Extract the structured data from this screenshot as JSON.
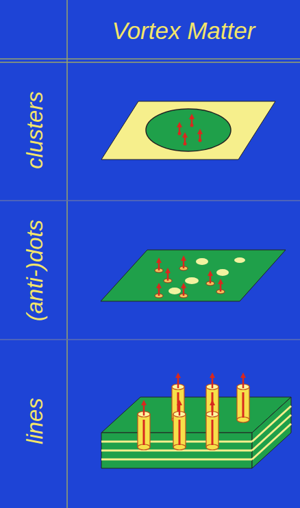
{
  "diagram": {
    "title": "Vortex Matter",
    "labels": [
      "clusters",
      "(anti-)dots",
      "lines"
    ]
  }
}
